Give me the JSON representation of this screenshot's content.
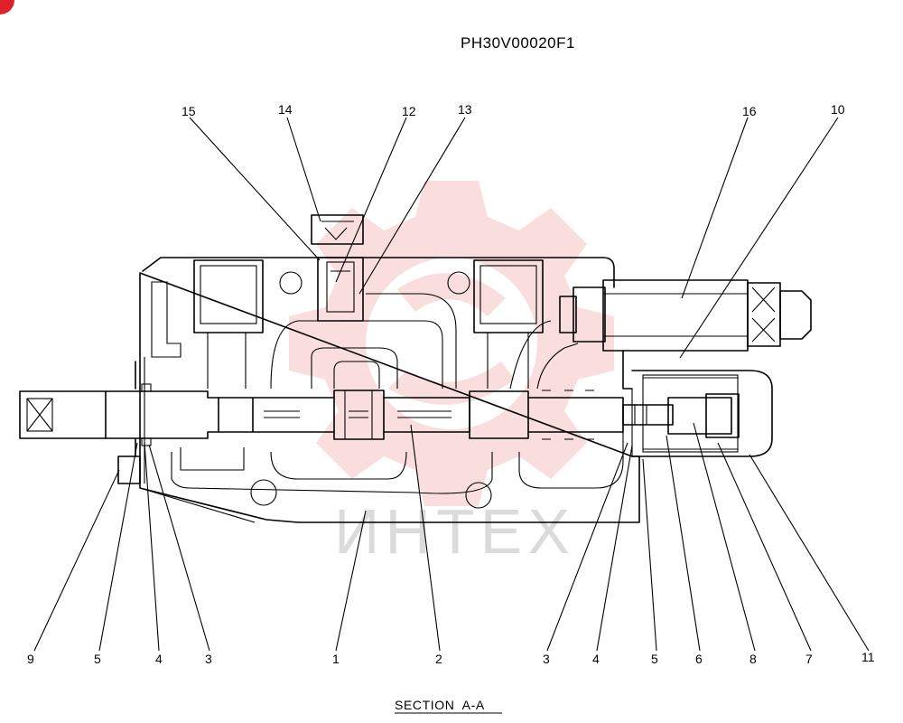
{
  "document_id": "PH30V00020F1",
  "section_title": "SECTION  A-A",
  "watermark_text": "ИНТЕХ",
  "colors": {
    "line": "#000000",
    "watermark": "#f2a0a0",
    "corner_badge": "#e0202a"
  },
  "callouts": {
    "c15": "15",
    "c14": "14",
    "c12": "12",
    "c13": "13",
    "c16": "16",
    "c10": "10",
    "c9": "9",
    "c5a": "5",
    "c4a": "4",
    "c3a": "3",
    "c1": "1",
    "c2": "2",
    "c3b": "3",
    "c4b": "4",
    "c5b": "5",
    "c6": "6",
    "c8": "8",
    "c7": "7",
    "c11": "11"
  }
}
